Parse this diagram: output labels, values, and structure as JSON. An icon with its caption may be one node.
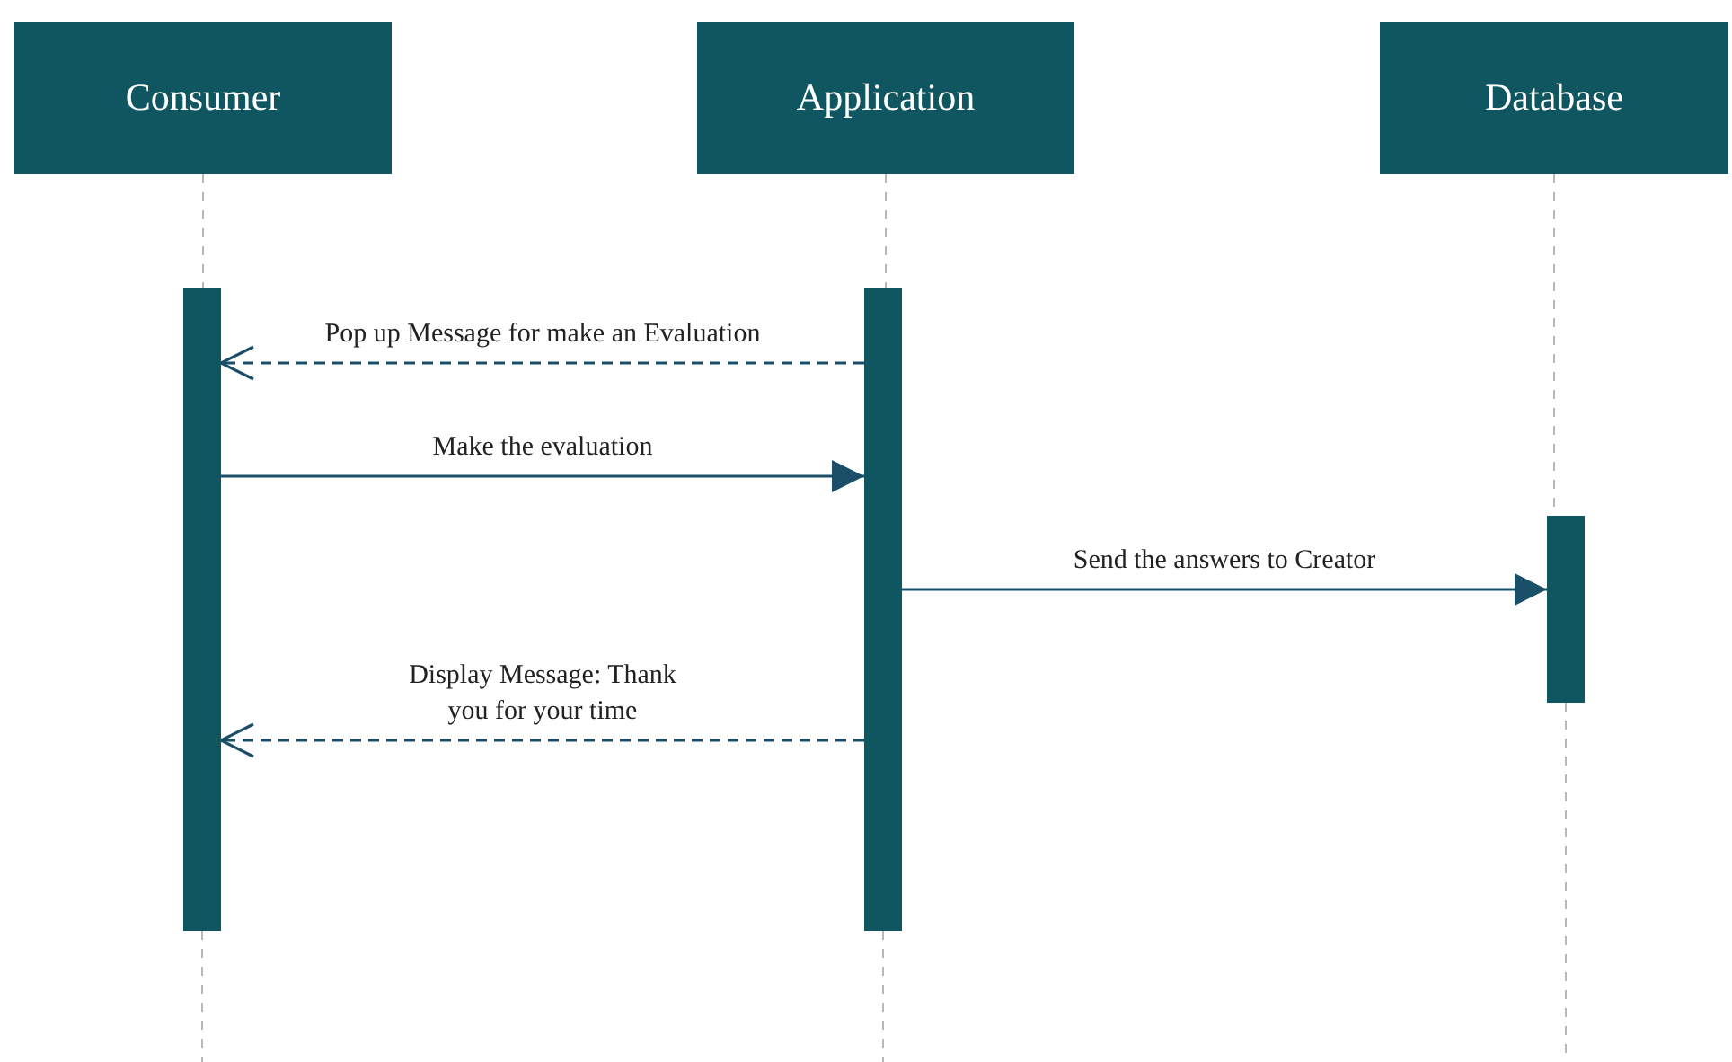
{
  "diagram": {
    "nodes": [
      {
        "text": [
          "Consumer"
        ]
      },
      {
        "text": [
          "Application"
        ]
      },
      {
        "text": [
          "Database"
        ]
      },
      {
        "text": [],
        "shape": "bar"
      },
      {
        "text": [],
        "shape": "bar"
      },
      {
        "text": [],
        "shape": "bar"
      }
    ],
    "edges": [
      {
        "from": 4,
        "to": 3,
        "arrow": "to",
        "label": "Pop up Message for make an Evaluation",
        "style": "dashed",
        "color": "#1b4f68"
      },
      {
        "from": 3,
        "to": 4,
        "arrow": "to",
        "label": "Make the evaluation",
        "color": "#1b4f68"
      },
      {
        "from": 4,
        "to": 5,
        "arrow": "to",
        "label": "Send the answers to Creator",
        "color": "#1b4f68"
      },
      {
        "from": 4,
        "to": 3,
        "arrow": "to",
        "label": "Display Message: Thank you for your time",
        "style": "dashed",
        "color": "#1b4f68"
      },
      {
        "from": 0,
        "to": 3,
        "arrow": "none",
        "style": "dashed",
        "color": "#b8b8b8"
      },
      {
        "from": 3,
        "to": null,
        "arrow": "none",
        "style": "dashed",
        "color": "#b8b8b8"
      },
      {
        "from": 1,
        "to": 4,
        "arrow": "none",
        "style": "dashed",
        "color": "#b8b8b8"
      },
      {
        "from": 4,
        "to": null,
        "arrow": "none",
        "style": "dashed",
        "color": "#b8b8b8"
      },
      {
        "from": 2,
        "to": 5,
        "arrow": "none",
        "style": "dashed",
        "color": "#b8b8b8"
      },
      {
        "from": 5,
        "to": null,
        "arrow": "none",
        "style": "dashed",
        "color": "#b8b8b8"
      }
    ]
  }
}
